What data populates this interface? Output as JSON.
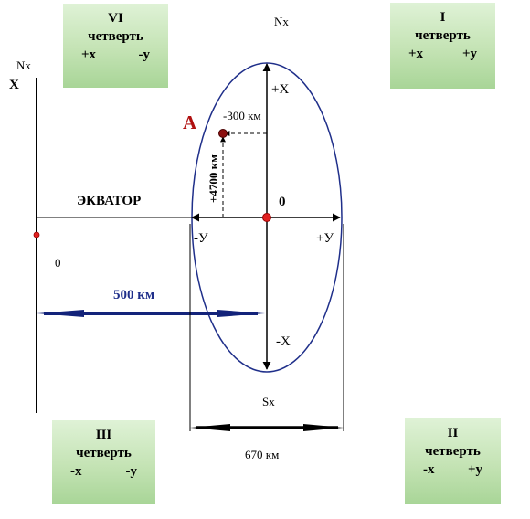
{
  "quadrants": {
    "q1": {
      "roman": "I",
      "word": "четверть",
      "x": "+х",
      "y": "+у"
    },
    "q2": {
      "roman": "II",
      "word": "четверть",
      "x": "-х",
      "y": "+у"
    },
    "q3": {
      "roman": "III",
      "word": "четверть",
      "x": "-х",
      "y": "-у"
    },
    "q4": {
      "roman": "VI",
      "word": "четверть",
      "x": "+х",
      "y": "-у"
    }
  },
  "labels": {
    "nx_top": "Nx",
    "nx_left": "Nx",
    "x_left": "X",
    "plus_x": "+Х",
    "minus_x": "-Х",
    "minus_y": "-У",
    "plus_y": "+У",
    "origin": "0",
    "left_zero": "0",
    "equator": "ЭКВАТОР",
    "point_a": "А",
    "offset_y": "-300 км",
    "offset_x": "+4700 км",
    "distance": "500 км",
    "sx": "Sx",
    "width": "670 км"
  },
  "colors": {
    "ellipse": "#1f2f8a",
    "point": "#cc1111",
    "point_a_label": "#b01010",
    "distance_arrow": "#13237a",
    "distance_label": "#1f2f8a",
    "quadrant_box": "#b8dca8"
  }
}
